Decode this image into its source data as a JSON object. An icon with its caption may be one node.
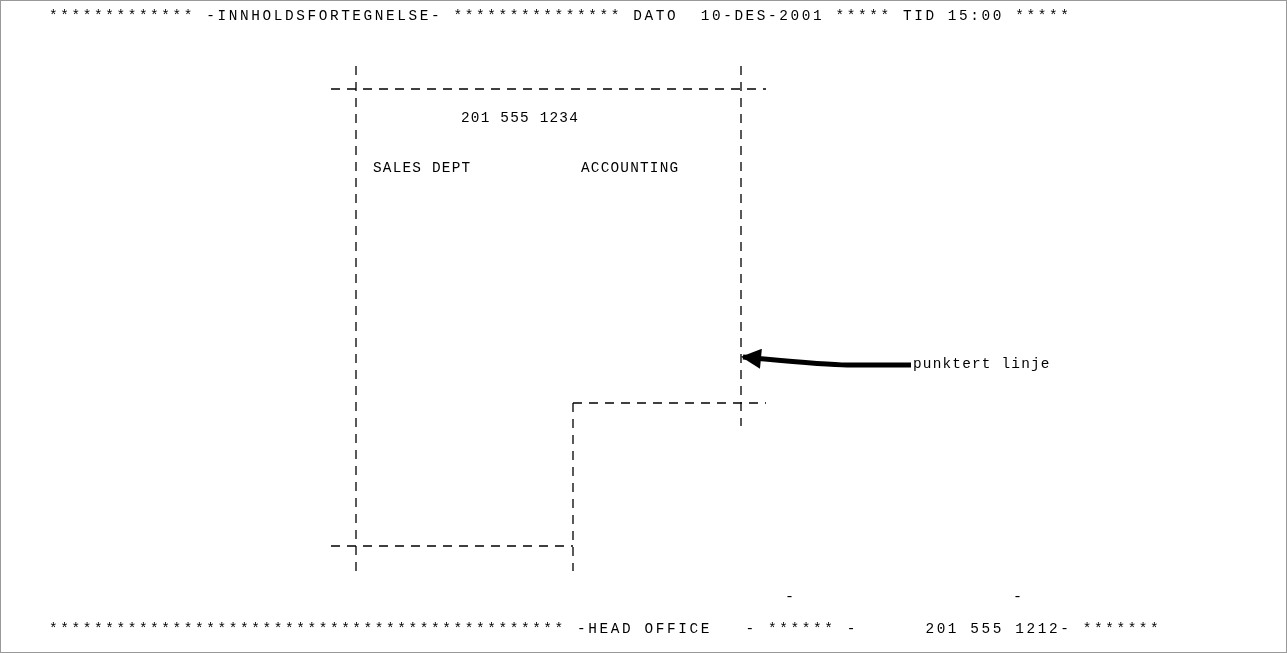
{
  "diagram": {
    "nodes": [
      {
        "text": [
          "201 555 1234",
          "SALES DEPT",
          "ACCOUNTING"
        ]
      },
      {
        "text": [
          "punktert linje"
        ]
      }
    ],
    "edges": [
      {
        "from": 1,
        "to": 0,
        "arrow": "to"
      }
    ],
    "labels": [
      "************* -INNHOLDSFORTEGNELSE- *************** DATO  10-DES-2001 ***** TID 15:00 *****",
      "-",
      "-",
      "********************************************** -HEAD OFFICE   - ****** -      201 555 1212- *******"
    ]
  }
}
